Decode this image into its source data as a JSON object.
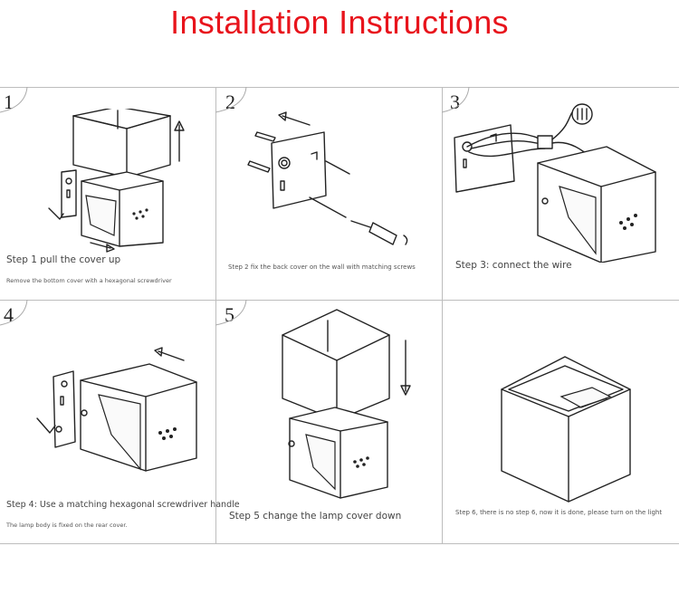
{
  "title": "Installation Instructions",
  "colors": {
    "title": "#e8141c",
    "grid": "#bdbdbd",
    "line": "#222222"
  },
  "steps": [
    {
      "number": "1",
      "caption": "Step 1 pull the cover up",
      "note": "Remove the bottom cover with a hexagonal screwdriver"
    },
    {
      "number": "2",
      "caption": "Step 2 fix the back cover on the wall with matching screws"
    },
    {
      "number": "3",
      "caption": "Step 3: connect the wire"
    },
    {
      "number": "4",
      "caption": "Step 4: Use a matching hexagonal screwdriver handle",
      "note": "The lamp body is fixed on the rear cover."
    },
    {
      "number": "5",
      "caption": "Step 5 change the lamp cover down"
    },
    {
      "caption": "Step 6, there is no step 6, now it is done, please turn on the light"
    }
  ]
}
